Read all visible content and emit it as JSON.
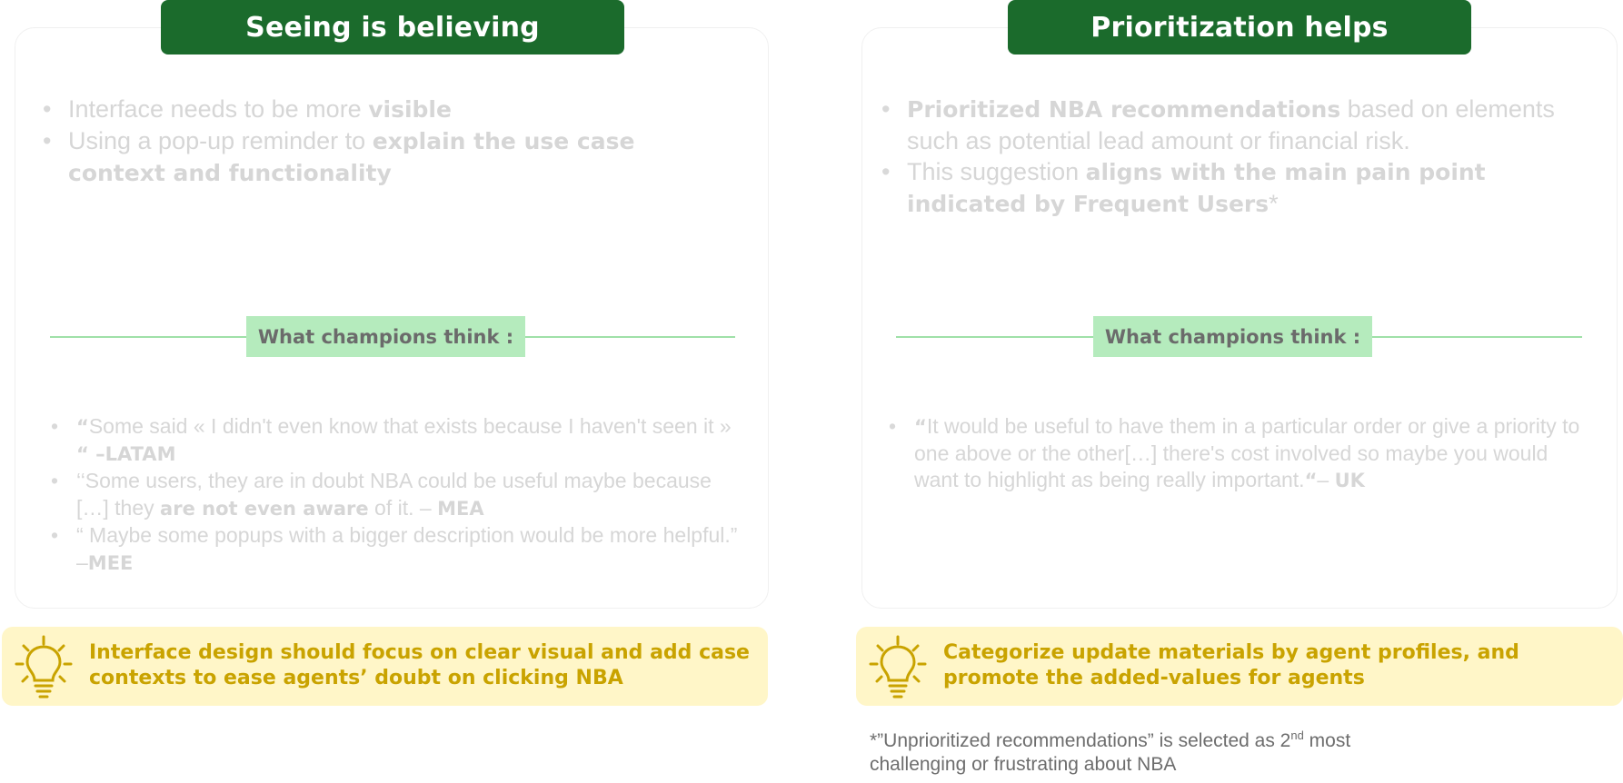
{
  "left": {
    "title": "Seeing is believing",
    "top_bullets": [
      {
        "pre": "Interface needs to be more ",
        "bold": "visible",
        "post": ""
      },
      {
        "pre": "Using a pop-up reminder to ",
        "bold": "explain the use case context and functionality",
        "post": ""
      }
    ],
    "champions_label": "What champions think :",
    "quotes": [
      {
        "open": "“",
        "text": "Some said « I didn't even know that exists because I haven't seen it » ",
        "bold_mid": "",
        "rest": "",
        "attribution": "“ –LATAM"
      },
      {
        "open": "",
        "text": "‘‘Some users, they are in doubt NBA could be useful maybe because […] they ",
        "bold_mid": "are not even aware",
        "rest": " of it. – ",
        "attribution": "MEA"
      },
      {
        "open": "",
        "text": "“ Maybe some popups with a bigger description would be more helpful.” –",
        "bold_mid": "",
        "rest": "",
        "attribution": "MEE"
      }
    ],
    "tip": "Interface design should focus on clear visual and add case contexts to ease agents’ doubt on clicking NBA"
  },
  "right": {
    "title": "Prioritization helps",
    "top_bullets": [
      {
        "pre": " ",
        "bold": "Prioritized NBA recommendations",
        "post": " based on elements such as potential lead amount or financial risk."
      },
      {
        "pre": "This suggestion ",
        "bold": "aligns with the main pain point indicated by Frequent Users",
        "post": "*"
      }
    ],
    "champions_label": "What champions think :",
    "quotes": [
      {
        "open": "“",
        "text": "It would be useful to have them in a particular order or give a priority to one above or the other[…] there's cost involved so maybe you would want to highlight as being really important.",
        "bold_mid": "“",
        "rest": "– ",
        "attribution": "UK"
      }
    ],
    "tip": "Categorize update materials by agent profiles, and promote the added-values for agents"
  },
  "footnote": {
    "pre": "*”Unprioritized recommendations” is selected as 2",
    "sup": "nd",
    "post": " most challenging or frustrating about NBA"
  },
  "colors": {
    "title_bg": "#1b6b2c",
    "champion_bg": "#b5ebbd",
    "tip_bg": "#fff6c8",
    "tip_text": "#c9a300"
  },
  "icons": [
    "lightbulb-icon"
  ]
}
